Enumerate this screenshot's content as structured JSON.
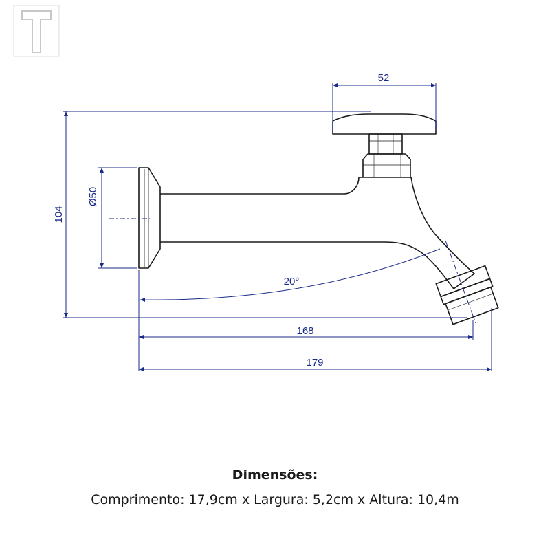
{
  "logo": {
    "letter": "T"
  },
  "dimensions": {
    "width": "52",
    "height": "104",
    "diameter": "Ø50",
    "angle": "20°",
    "reach": "168",
    "length": "179"
  },
  "caption": {
    "title": "Dimensões:",
    "dims": "Comprimento: 17,9cm x Largura: 5,2cm x Altura: 10,4m"
  },
  "colors": {
    "outline": "#1a1a1a",
    "dimension_line": "#1a2a8a",
    "logo": "#cfcfcf"
  }
}
